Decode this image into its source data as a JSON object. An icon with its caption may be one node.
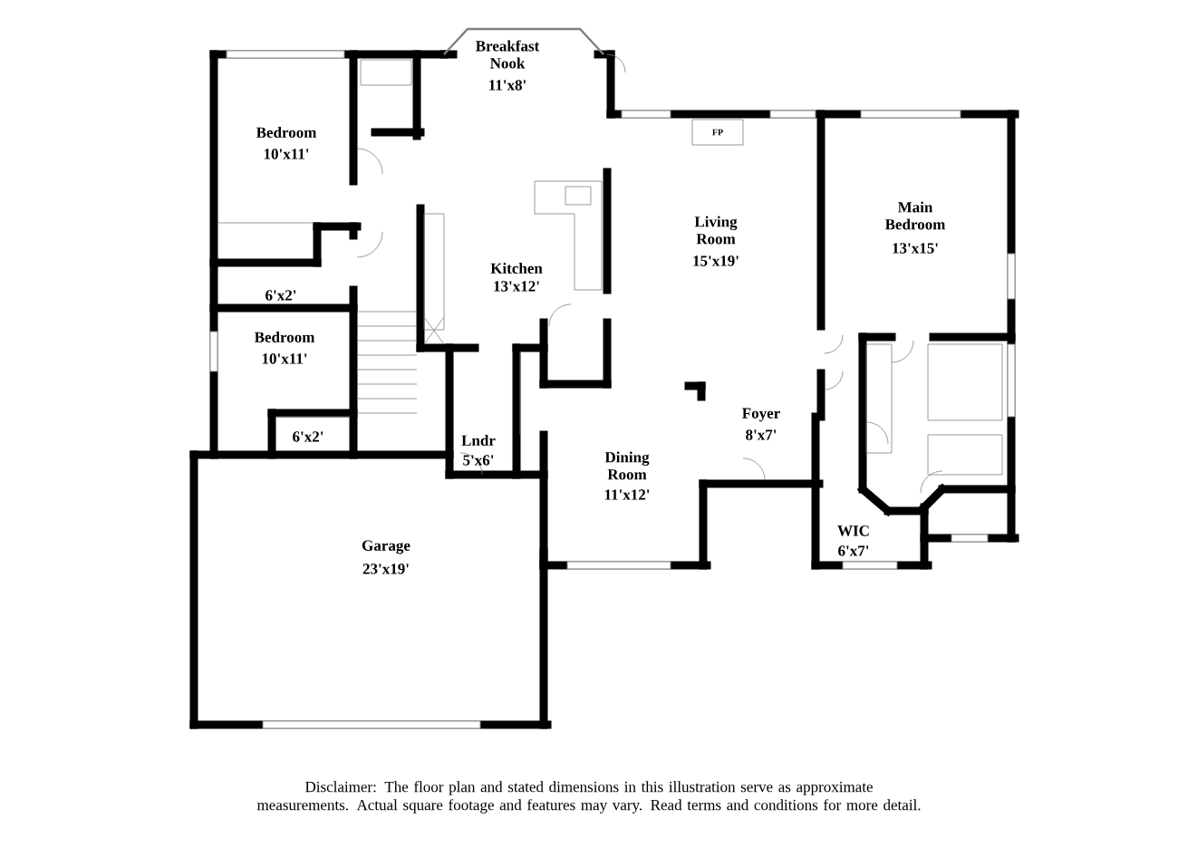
{
  "diagram": {
    "caption": "Disclaimer: The floor plan and stated dimensions in this illustration serve as approximate measurements. Actual square footage and features may vary. Read terms and conditions for more detail.",
    "labels": [
      "Bedroom",
      "10'x11'",
      "Breakfast Nook",
      "11'x8'",
      "FP",
      "Main Bedroom",
      "13'x15'",
      "Living Room",
      "15'x19'",
      "Kitchen",
      "13'x12'",
      "6'x2'",
      "Bedroom",
      "10'x11'",
      "Foyer",
      "8'x7'",
      "6'x2'",
      "Lndr",
      "5'x6'",
      "Dining Room",
      "11'x12'",
      "WIC",
      "6'x7'",
      "Garage",
      "23'x19'"
    ]
  }
}
